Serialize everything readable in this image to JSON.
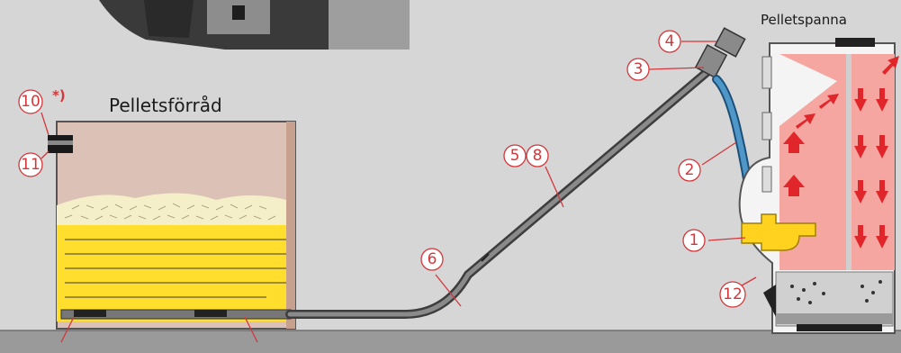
{
  "labels": {
    "storage": "Pelletsförråd",
    "boiler": "Pelletspanna",
    "note_marker": "*)"
  },
  "callouts": [
    "1",
    "2",
    "3",
    "4",
    "5",
    "8",
    "6",
    "10",
    "11",
    "12"
  ],
  "colors": {
    "background": "#d6d6d6",
    "storage_wall": "#dcc1b6",
    "pellet_yellow": "#ffde2e",
    "callout_red": "#d4373b",
    "boiler_flame": "#f6a6a0",
    "hose_blue": "#4f97c8"
  }
}
